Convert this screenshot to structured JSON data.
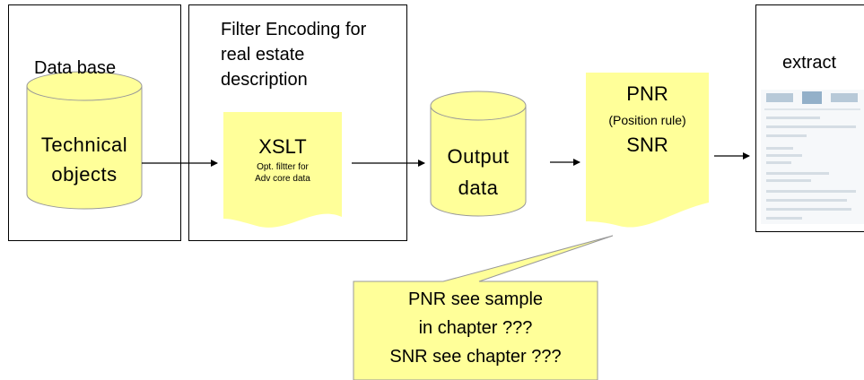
{
  "database": {
    "title": "Data base",
    "cylinder_text": "Technical\nobjects"
  },
  "filter": {
    "title": "Filter Encoding for\nreal estate\ndescription",
    "xslt_label": "XSLT",
    "xslt_sub": "Opt. filtter for\nAdv core data"
  },
  "output": {
    "cylinder_text": "Output\ndata"
  },
  "rules": {
    "pnr": "PNR",
    "position_rule": "(Position rule)",
    "snr": "SNR"
  },
  "extract": {
    "title": "extract"
  },
  "callout": {
    "text": "PNR see sample\nin chapter ???\nSNR see chapter ???"
  },
  "colors": {
    "shape_fill": "#ffff99",
    "shape_stroke": "#999999",
    "frame_stroke": "#000000"
  }
}
